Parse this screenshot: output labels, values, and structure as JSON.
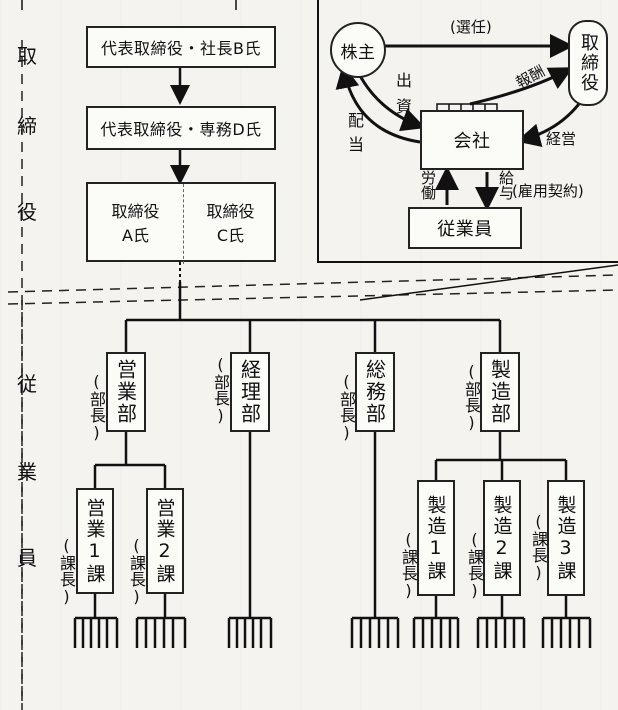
{
  "left_labels": {
    "directors": [
      "取",
      "締",
      "役"
    ],
    "employees": [
      "従",
      "業",
      "員"
    ]
  },
  "directors": {
    "president": "代表取締役・社長B氏",
    "senior_md": "代表取締役・専務D氏",
    "director_a_title": "取締役",
    "director_a_name": "A氏",
    "director_c_title": "取締役",
    "director_c_name": "C氏"
  },
  "company_diagram": {
    "shareholders": "株主",
    "company": "会社",
    "board": "取締役",
    "employees": "従業員",
    "appointment": "(選任)",
    "remuneration": "報酬",
    "investment": "出資",
    "dividend": "配当",
    "management": "経営",
    "labor": "労働",
    "wages": "給与",
    "employment_contract": "(雇用契約)"
  },
  "departments": [
    {
      "name": "営業部",
      "head": "(部長)"
    },
    {
      "name": "経理部",
      "head": "(部長)"
    },
    {
      "name": "総務部",
      "head": "(部長)"
    },
    {
      "name": "製造部",
      "head": "(部長)"
    }
  ],
  "sections": [
    {
      "name": "営業1課",
      "head": "(課長)"
    },
    {
      "name": "営業2課",
      "head": "(課長)"
    },
    {
      "name": "製造1課",
      "head": "(課長)"
    },
    {
      "name": "製造2課",
      "head": "(課長)"
    },
    {
      "name": "製造3課",
      "head": "(課長)"
    }
  ]
}
